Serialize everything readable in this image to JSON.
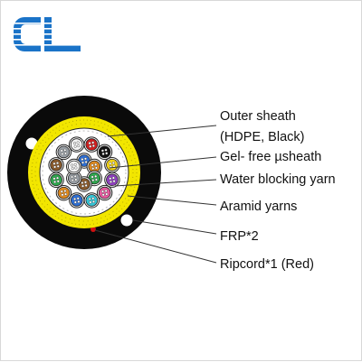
{
  "colors": {
    "sheath": "#0a0a0a",
    "aramid": "#f2e600",
    "inner_ring": "#f7ef2a",
    "brand": "#1a73c8",
    "ripcord": "#d01010",
    "leader": "#333333"
  },
  "logo": {
    "icon": "gl-logo"
  },
  "labels": {
    "outer_sheath_1": "Outer sheath",
    "outer_sheath_2": "(HDPE, Black)",
    "gel_free": "Gel- free µsheath",
    "water_blocking": "Water blocking yarn",
    "aramid": "Aramid yarns",
    "frp": "FRP*2",
    "ripcord": "Ripcord*1 (Red)"
  },
  "micro_tubes": [
    {
      "color": "#2d6fd6"
    },
    {
      "color": "#e08a1e"
    },
    {
      "color": "#2fa84f"
    },
    {
      "color": "#8a5a2b"
    },
    {
      "color": "#9aa0a6"
    },
    {
      "color": "#f4f4f4"
    },
    {
      "color": "#d11f1f"
    },
    {
      "color": "#111111"
    },
    {
      "color": "#f2d21a"
    },
    {
      "color": "#8f3fbf"
    },
    {
      "color": "#e85aa0"
    },
    {
      "color": "#35c6d8"
    },
    {
      "color": "#2d6fd6"
    },
    {
      "color": "#e08a1e"
    },
    {
      "color": "#2fa84f"
    },
    {
      "color": "#8a5a2b"
    },
    {
      "color": "#9aa0a6"
    },
    {
      "color": "#f4f4f4"
    }
  ]
}
